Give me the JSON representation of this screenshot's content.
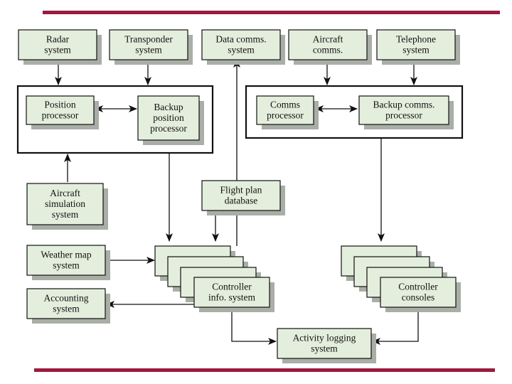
{
  "colors": {
    "rule": "#9b1b3c",
    "box_fill": "#e4eedd",
    "box_shadow": "#a9aea6",
    "stroke": "#111111"
  },
  "nodes": {
    "radar": {
      "lines": [
        "Radar",
        "system"
      ]
    },
    "transponder": {
      "lines": [
        "Transponder",
        "system"
      ]
    },
    "data_comms": {
      "lines": [
        "Data comms.",
        "system"
      ]
    },
    "aircraft_comms": {
      "lines": [
        "Aircraft",
        "comms."
      ]
    },
    "telephone": {
      "lines": [
        "Telephone",
        "system"
      ]
    },
    "position_processor": {
      "lines": [
        "Position",
        "processor"
      ]
    },
    "backup_position_processor": {
      "lines": [
        "Backup",
        "position",
        "processor"
      ]
    },
    "comms_processor": {
      "lines": [
        "Comms",
        "processor"
      ]
    },
    "backup_comms_processor": {
      "lines": [
        "Backup comms.",
        "processor"
      ]
    },
    "aircraft_simulation": {
      "lines": [
        "Aircraft",
        "simulation",
        "system"
      ]
    },
    "flight_plan_database": {
      "lines": [
        "Flight plan",
        "database"
      ]
    },
    "weather_map": {
      "lines": [
        "Weather map",
        "system"
      ]
    },
    "accounting": {
      "lines": [
        "Accounting",
        "system"
      ]
    },
    "controller_info": {
      "lines": [
        "Controller",
        "info. system"
      ]
    },
    "controller_consoles": {
      "lines": [
        "Controller",
        "consoles"
      ]
    },
    "activity_logging": {
      "lines": [
        "Activity logging",
        "system"
      ]
    }
  }
}
